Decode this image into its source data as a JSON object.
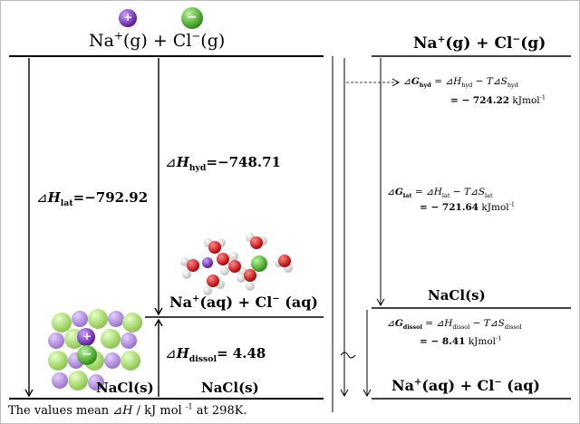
{
  "left": {
    "ion_plus": "+",
    "ion_minus": "−",
    "top_label": {
      "na": "Na",
      "na_sup": "+",
      "g1": "(g) + Cl",
      "cl_sup": "−",
      "g2": "(g)"
    },
    "dh_lat": {
      "prefix": "⊿",
      "H": "H",
      "sub": "lat",
      "value": "=−792.92"
    },
    "dh_hyd": {
      "prefix": "⊿",
      "H": "H",
      "sub": "hyd",
      "value": "=−748.71"
    },
    "aq_label": {
      "na": "Na",
      "na_sup": "+",
      "mid": "(aq) + Cl",
      "cl_sup": "−",
      "end": " (aq)"
    },
    "dh_dissol": {
      "prefix": "⊿",
      "H": "H",
      "sub": "dissol",
      "value": "= 4.48"
    },
    "nacl_crystal_label": "NaCl(s)",
    "nacl_bottom_label": "NaCl(s)"
  },
  "right": {
    "top_label": {
      "na": "Na",
      "na_sup": "+",
      "g1": "(g) + Cl",
      "cl_sup": "−",
      "g2": "(g)"
    },
    "g_hyd": {
      "prefix": "⊿",
      "G": "G",
      "sub": "hyd",
      "rhs1": "= ⊿",
      "H": "H",
      "hsub": "hyd",
      "minus": " − ",
      "T": "T",
      "delta2": "⊿",
      "S": "S",
      "ssub": "hyd",
      "value": "= − 724.22",
      "unit": " kJmol",
      "unit_sup": "-1"
    },
    "g_lat": {
      "prefix": "⊿",
      "G": "G",
      "sub": "lat",
      "rhs1": "= ⊿",
      "H": "H",
      "hsub": "lat",
      "minus": " − ",
      "T": "T",
      "delta2": "⊿",
      "S": "S",
      "ssub": "lat",
      "value": "= − 721.64",
      "unit": " kJmol",
      "unit_sup": "-1"
    },
    "nacl_label": "NaCl(s)",
    "g_dissol": {
      "prefix": "⊿",
      "G": "G",
      "sub": "dissol",
      "rhs1": "= ⊿",
      "H": "H",
      "hsub": "dissol",
      "minus": " − ",
      "T": "T",
      "delta2": "⊿",
      "S": "S",
      "ssub": "dissol",
      "value": "= − 8.41",
      "unit": " kJmol",
      "unit_sup": "-1"
    },
    "aq_label": {
      "na": "Na",
      "na_sup": "+",
      "mid": "(aq) + Cl",
      "cl_sup": "−",
      "end": " (aq)"
    }
  },
  "footer": {
    "pre": "The values mean ⊿",
    "H": "H",
    "post": " / kJ mol ",
    "sup": "-1",
    "end": " at 298K."
  },
  "colors": {
    "sodium": "#7b2fbf",
    "chloride": "#4fc02a",
    "oxygen": "#e01515",
    "hydrogen": "#f4f4f4",
    "crystal_cl": "#b6e86c",
    "crystal_na": "#b48de0"
  }
}
